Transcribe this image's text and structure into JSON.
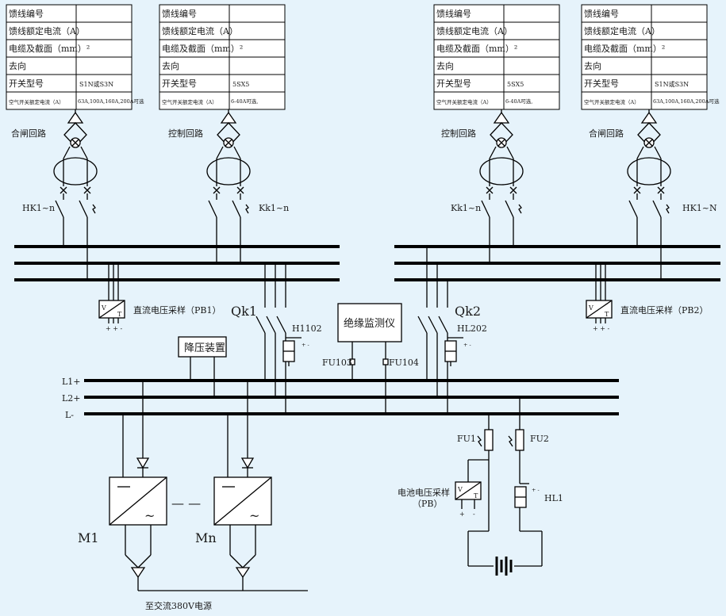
{
  "table_labels": {
    "feeder_no": "馈线编号",
    "rated_current": "馈线额定电流（A）",
    "cable_section": "电缆及截面（mm）²",
    "destination": "去向",
    "switch_model": "开关型号",
    "air_switch_current": "空气开关额定电流（A）"
  },
  "tables": [
    {
      "switch_model": "S1N或S3N",
      "air_current": "63A,100A,160A,200A可选"
    },
    {
      "switch_model": "5SX5",
      "air_current": "6-40A可选,"
    },
    {
      "switch_model": "5SX5",
      "air_current": "6-40A可选,"
    },
    {
      "switch_model": "S1N或S3N",
      "air_current": "63A,100A,160A,200A可选"
    }
  ],
  "circuit_labels": {
    "closing_1": "合闸回路",
    "control_1": "控制回路",
    "control_2": "控制回路",
    "closing_2": "合闸回路"
  },
  "switch_labels": {
    "hk1": "HK1~n",
    "kk1": "Kk1~n",
    "kk2": "Kk1~n",
    "hk2": "HK1~N"
  },
  "sampling": {
    "pb1": "直流电压采样（PB1）",
    "pb2": "直流电压采样（PB2）",
    "battery_line1": "电池电压采样",
    "battery_line2": "（PB）"
  },
  "devices": {
    "qk1": "Qk1",
    "qk2": "Qk2",
    "h1102": "H1102",
    "hl202": "HL202",
    "hl1": "HL1",
    "insulation_monitor": "绝缘监测仪",
    "step_down": "降压装置",
    "fu103": "FU103",
    "fu104": "FU104",
    "fu1": "FU1",
    "fu2": "FU2",
    "m1": "M1",
    "mn": "Mn",
    "ac_source": "至交流380V电源"
  },
  "bus_labels": {
    "l1": "L1+",
    "l2": "L2+",
    "lminus": "L-"
  },
  "symbols": {
    "v": "V",
    "t": "T",
    "plus": "+",
    "minus": "-",
    "plus_plus_minus": "+ + -",
    "tilde": "~",
    "lamp_sign": "+ -",
    "ellipsis_dash": "— —"
  },
  "colors": {
    "background": "#e6f3fb",
    "line": "#000000"
  }
}
